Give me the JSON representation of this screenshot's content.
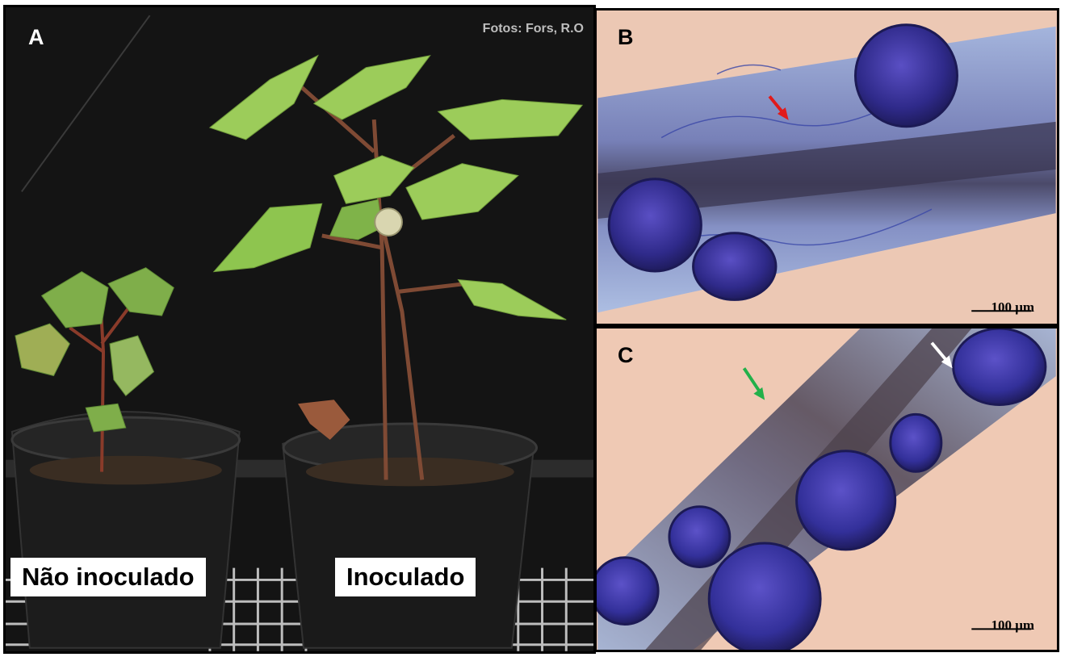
{
  "panel_a": {
    "letter": "A",
    "credit": "Fotos: Fors, R.O",
    "label_left": "Não inoculado",
    "label_right": "Inoculado"
  },
  "panel_b": {
    "letter": "B",
    "scale_bar": "100 μm",
    "arrow_colors": [
      "#e11a1a"
    ]
  },
  "panel_c": {
    "letter": "C",
    "scale_bar": "100 μm",
    "arrow_colors": [
      "#22b04a",
      "#ffffff"
    ]
  }
}
